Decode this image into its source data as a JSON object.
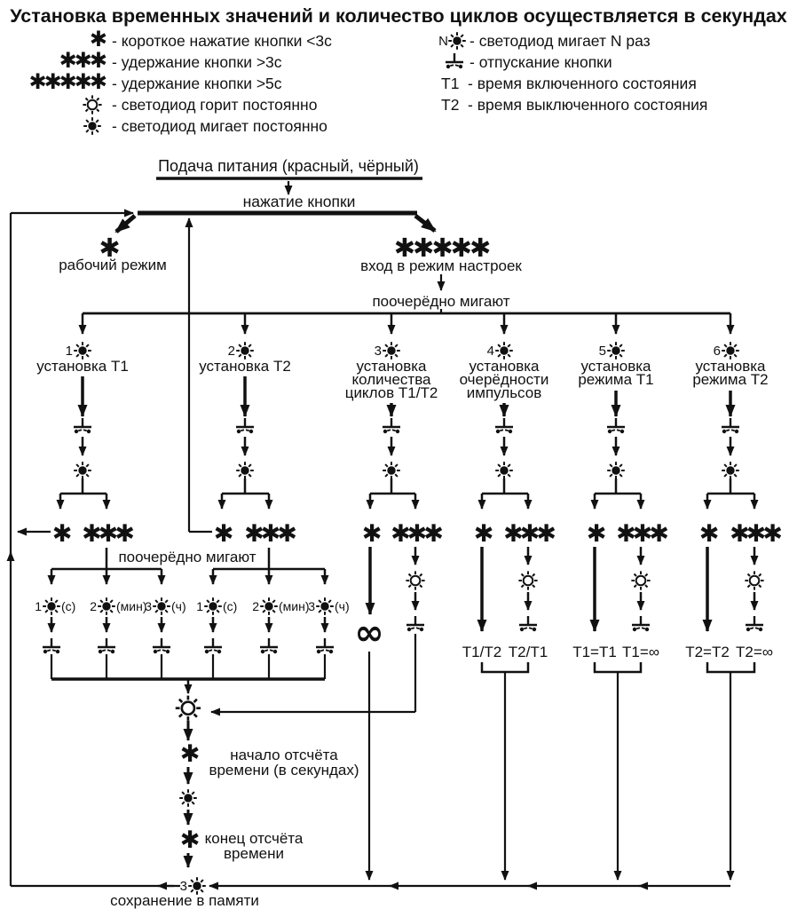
{
  "title": "Установка временных значений и количество циклов осуществляется в секундах",
  "colors": {
    "ink": "#111111",
    "background": "#ffffff"
  },
  "legend": {
    "left": [
      {
        "icon": "✱",
        "label": "- короткое нажатие кнопки <3с"
      },
      {
        "icon": "✱✱✱",
        "label": "- удержание кнопки >3с"
      },
      {
        "icon": "✱✱✱✱✱",
        "label": "- удержание кнопки >5с"
      },
      {
        "icon": "led-on",
        "label": "- светодиод горит постоянно"
      },
      {
        "icon": "led-blink",
        "label": "- светодиод мигает постоянно"
      }
    ],
    "right": [
      {
        "prefix": "N",
        "icon": "led-blink",
        "label": "- светодиод мигает N раз"
      },
      {
        "prefix": "",
        "icon": "btn-release",
        "label": "- отпускание кнопки"
      },
      {
        "prefix": "Т1",
        "icon": "",
        "label": "- время включенного состояния"
      },
      {
        "prefix": "Т2",
        "icon": "",
        "label": "- время выключенного состояния"
      }
    ]
  },
  "flow": {
    "power": "Подача питания (красный, чёрный)",
    "press": "нажатие кнопки",
    "work": {
      "stars": "✱",
      "label": "рабочий режим"
    },
    "enter": {
      "stars": "✱✱✱✱✱",
      "label": "вход в режим настроек"
    },
    "alternate_blink": "поочерёдно мигают",
    "branches": [
      {
        "num": "1",
        "lines": [
          "установка Т1"
        ]
      },
      {
        "num": "2",
        "lines": [
          "установка Т2"
        ]
      },
      {
        "num": "3",
        "lines": [
          "установка",
          "количества",
          "циклов Т1/Т2"
        ]
      },
      {
        "num": "4",
        "lines": [
          "установка",
          "очерёдности",
          "импульсов"
        ]
      },
      {
        "num": "5",
        "lines": [
          "установка",
          "режима Т1"
        ]
      },
      {
        "num": "6",
        "lines": [
          "установка",
          "режима Т2"
        ]
      }
    ],
    "choice": {
      "short": "✱",
      "hold": "✱✱✱"
    },
    "units": [
      {
        "num": "1",
        "suffix": "(с)"
      },
      {
        "num": "2",
        "suffix": "(мин)"
      },
      {
        "num": "3",
        "suffix": "(ч)"
      }
    ],
    "infinity": "∞",
    "outcomes": {
      "order": [
        "Т1/Т2",
        "Т2/Т1"
      ],
      "mode_t1": [
        "Т1=Т1",
        "Т1=∞"
      ],
      "mode_t2": [
        "Т2=Т2",
        "Т2=∞"
      ]
    },
    "timer": {
      "start": [
        "начало отсчёта",
        "времени (в секундах)"
      ],
      "end": [
        "конец отсчёта",
        "времени"
      ],
      "save_num": "3",
      "save": "сохранение в памяти"
    }
  }
}
